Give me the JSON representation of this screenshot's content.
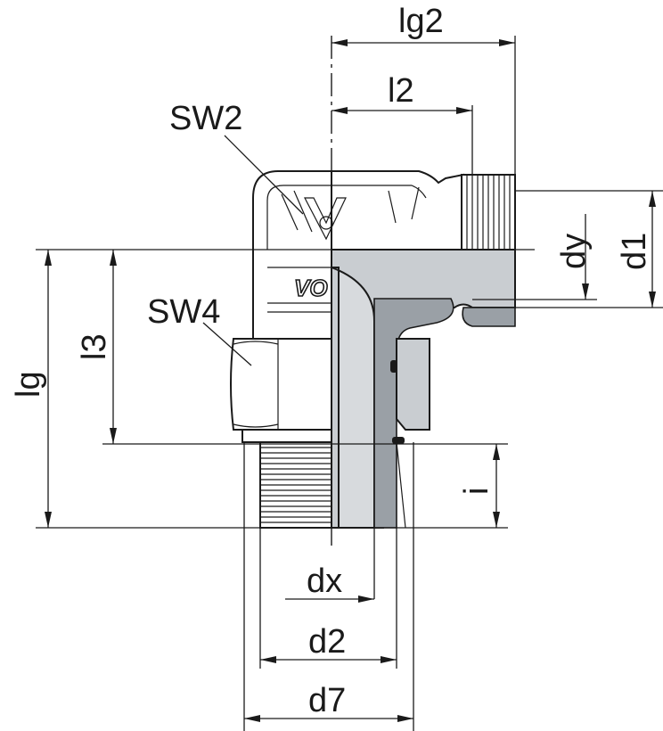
{
  "drawing": {
    "labels": {
      "lg2": "lg2",
      "l2": "l2",
      "sw2": "SW2",
      "sw4": "SW4",
      "lg": "lg",
      "l3": "l3",
      "dy": "dy",
      "d1": "d1",
      "i": "i",
      "dx": "dx",
      "d2": "d2",
      "d7": "d7"
    },
    "logo": "VO"
  }
}
